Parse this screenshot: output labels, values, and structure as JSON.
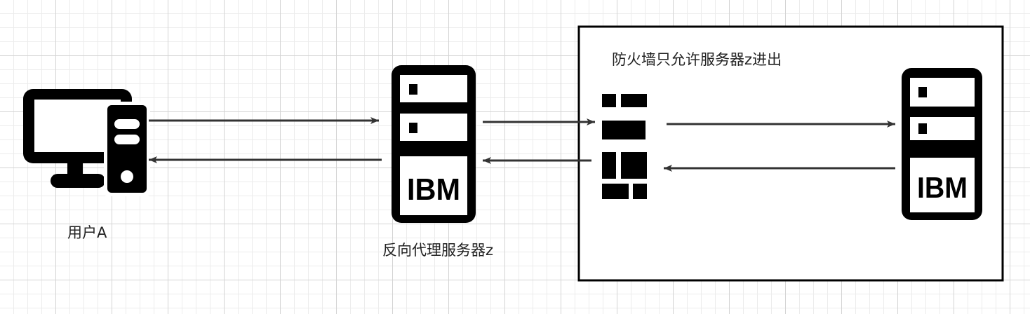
{
  "nodes": {
    "user": {
      "label": "用户A",
      "icon": "desktop-computer-icon"
    },
    "proxy": {
      "label": "反向代理服务器z",
      "icon": "server-rack-icon",
      "brand": "IBM"
    },
    "firewall": {
      "icon": "firewall-brick-icon"
    },
    "internal_server": {
      "icon": "server-rack-icon",
      "brand": "IBM"
    }
  },
  "zone": {
    "label": "防火墙只允许服务器z进出"
  },
  "colors": {
    "stroke": "#000000",
    "arrow": "#333333",
    "grid_major": "#d4d4d4",
    "grid_minor": "#ececec"
  }
}
